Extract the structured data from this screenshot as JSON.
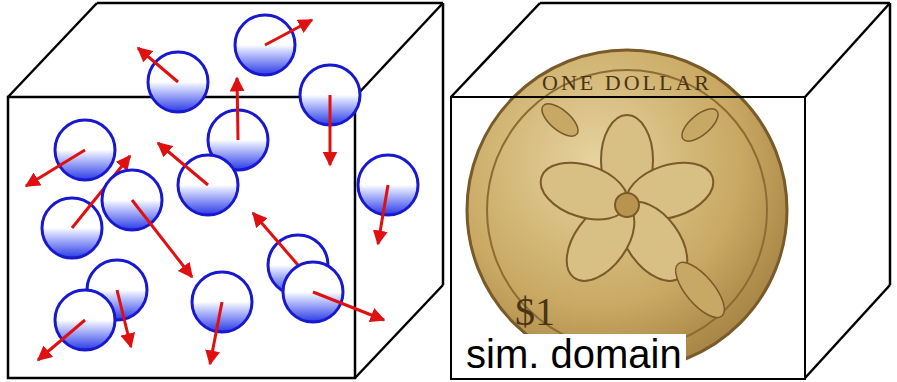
{
  "diagram": {
    "nodes": [
      {
        "text": [
          "sim. domain"
        ]
      }
    ],
    "labels": [
      "ONE DOLLAR",
      "$1"
    ]
  }
}
